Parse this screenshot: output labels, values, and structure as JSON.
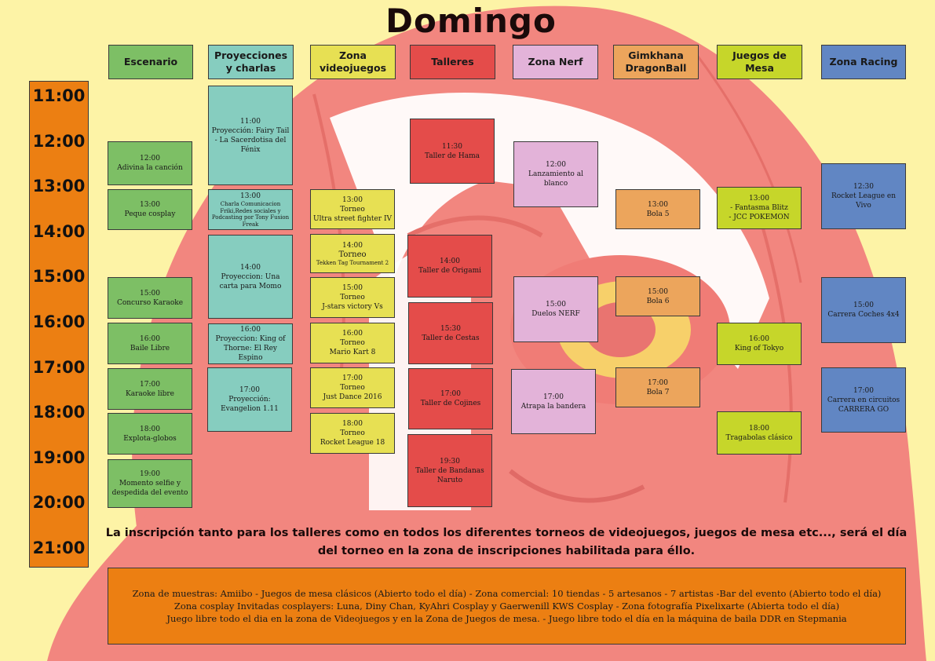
{
  "title": "Domingo",
  "colors": {
    "background": "#fdf3a6",
    "hair": "#f2867f",
    "orange": "#ec7f12",
    "green": "#7dbf65",
    "teal": "#86cdbf",
    "yellow": "#e7e053",
    "red": "#e44c4a",
    "pink": "#e3b3d9",
    "peach": "#eca55c",
    "lime": "#c6d62a",
    "blue": "#6186c3"
  },
  "columns": [
    {
      "label": "Escenario"
    },
    {
      "label": "Proyecciones y charlas"
    },
    {
      "label": "Zona videojuegos"
    },
    {
      "label": "Talleres"
    },
    {
      "label": "Zona Nerf"
    },
    {
      "label": "Gimkhana DragonBall"
    },
    {
      "label": "Juegos de Mesa"
    },
    {
      "label": "Zona Racing"
    }
  ],
  "hours": [
    "11:00",
    "12:00",
    "13:00",
    "14:00",
    "15:00",
    "16:00",
    "17:00",
    "18:00",
    "19:00",
    "20:00",
    "21:00"
  ],
  "events": {
    "escenario": [
      {
        "time": "12:00",
        "name": "Adivina la canción"
      },
      {
        "time": "13:00",
        "name": "Peque cosplay"
      },
      {
        "time": "15:00",
        "name": "Concurso Karaoke"
      },
      {
        "time": "16:00",
        "name": "Baile Libre"
      },
      {
        "time": "17:00",
        "name": "Karaoke libre"
      },
      {
        "time": "18:00",
        "name": "Explota-globos"
      },
      {
        "time": "19:00",
        "name": "Momento selfie y despedida del evento"
      }
    ],
    "proyecciones": [
      {
        "time": "11:00",
        "name": "Proyección: Fairy Tail - La Sacerdotisa del Fénix"
      },
      {
        "time": "13:00",
        "name": "Charla Comunicacion Friki,Redes sociales y Podcasting por Tony Fusion Freak"
      },
      {
        "time": "14:00",
        "name": "Proyeccion: Una carta para Momo"
      },
      {
        "time": "16:00",
        "name": "Proyeccion: King of Thorne: El Rey Espino"
      },
      {
        "time": "17:00",
        "name": "Proyección: Evangelion 1.11"
      }
    ],
    "videojuegos": [
      {
        "time": "13:00",
        "name": "Torneo\nUltra street fighter IV"
      },
      {
        "time": "14:00",
        "title": "Torneo",
        "name": "Tekken Tag Tournament 2"
      },
      {
        "time": "15:00",
        "name": "Torneo\nJ-stars victory Vs"
      },
      {
        "time": "16:00",
        "name": "Torneo\nMario Kart 8"
      },
      {
        "time": "17:00",
        "name": "Torneo\nJust Dance 2016"
      },
      {
        "time": "18:00",
        "name": "Torneo\nRocket League 18"
      }
    ],
    "talleres": [
      {
        "time": "11:30",
        "name": "Taller de Hama"
      },
      {
        "time": "14:00",
        "name": "Taller de Origami"
      },
      {
        "time": "15:30",
        "name": "Taller de Cestas"
      },
      {
        "time": "17:00",
        "name": "Taller de Cojines"
      },
      {
        "time": "19:30",
        "name": "Taller de Bandanas Naruto"
      }
    ],
    "nerf": [
      {
        "time": "12:00",
        "name": "Lanzamiento al blanco"
      },
      {
        "time": "15:00",
        "name": "Duelos NERF"
      },
      {
        "time": "17:00",
        "name": "Atrapa la bandera"
      }
    ],
    "dragonball": [
      {
        "time": "13:00",
        "name": "Bola 5"
      },
      {
        "time": "15:00",
        "name": "Bola 6"
      },
      {
        "time": "17:00",
        "name": "Bola 7"
      }
    ],
    "mesa": [
      {
        "time": "13:00",
        "name": "- Fantasma Blitz\n- JCC POKEMON"
      },
      {
        "time": "16:00",
        "name": "King of Tokyo"
      },
      {
        "time": "18:00",
        "name": "Tragabolas clásico"
      }
    ],
    "racing": [
      {
        "time": "12:30",
        "name": "Rocket League en Vivo"
      },
      {
        "time": "15:00",
        "name": "Carrera Coches 4x4"
      },
      {
        "time": "17:00",
        "name": "Carrera en circuitos CARRERA GO"
      }
    ]
  },
  "notice": "La inscripción tanto para los talleres como en todos los diferentes torneos de videojuegos, juegos de mesa etc..., será el día del torneo en la zona de inscripciones habilitada para éllo.",
  "footer": [
    "Zona de muestras: Amiibo - Juegos de mesa clásicos (Abierto todo el día)    -    Zona comercial: 10 tiendas - 5 artesanos - 7 artistas  -Bar del evento (Abierto todo el día)",
    "Zona cosplay Invitadas cosplayers: Luna, Diny Chan, KyAhri Cosplay y Gaerwenill KWS Cosplay   -   Zona fotografía Pixelixarte (Abierta todo el día)",
    "Juego libre todo el dia en la zona de Videojuegos y en la Zona de Juegos de mesa.   -   Juego libre todo el día en la máquina de baila DDR en Stepmania"
  ]
}
